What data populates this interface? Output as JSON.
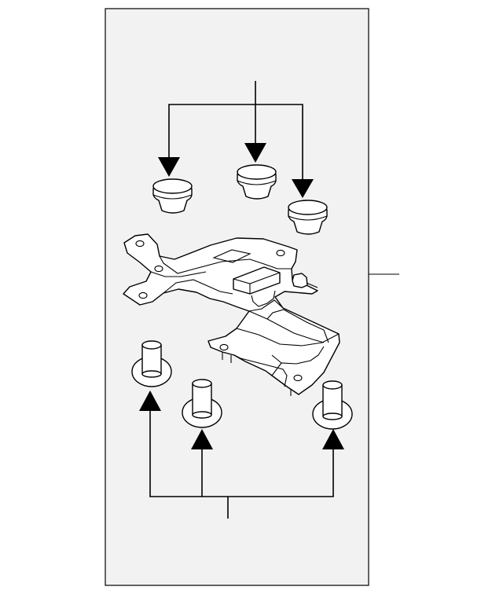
{
  "diagram": {
    "panel_fill": "#f2f2f2",
    "line_color": "#000000",
    "part_fill": "#ffffff"
  },
  "parts": [
    {
      "name": "grommet",
      "count": 3
    },
    {
      "name": "bracket",
      "count": 1
    },
    {
      "name": "collar-bolt",
      "count": 3
    }
  ]
}
